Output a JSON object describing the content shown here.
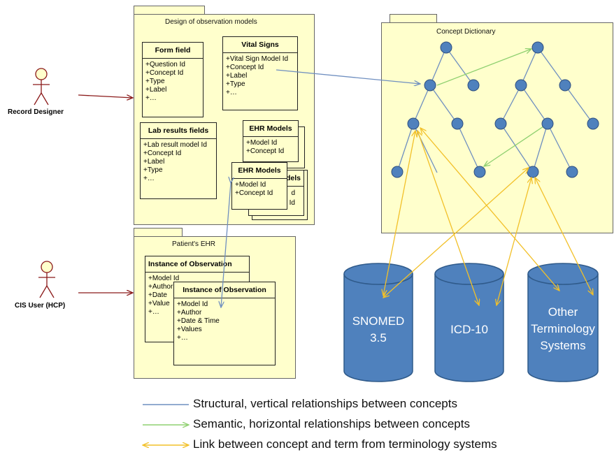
{
  "packages": {
    "design": {
      "title": "Design of observation models"
    },
    "dictionary": {
      "title": "Concept Dictionary"
    },
    "ehr": {
      "title": "Patient's EHR"
    }
  },
  "actors": {
    "designer": {
      "label": "Record Designer"
    },
    "cis_user": {
      "label": "CIS User (HCP)"
    }
  },
  "classes": {
    "form_field": {
      "title": "Form field",
      "attrs": [
        "+Question Id",
        "+Concept Id",
        "+Type",
        "+Label",
        "+…"
      ]
    },
    "vital_signs": {
      "title": "Vital Signs",
      "attrs": [
        "+Vital Sign Model Id",
        "+Concept Id",
        "+Label",
        "+Type",
        "+…"
      ]
    },
    "lab_results": {
      "title": "Lab results fields",
      "attrs": [
        "+Lab result model Id",
        "+Concept Id",
        "+Label",
        "+Type",
        "+…"
      ]
    },
    "ehr_models_1": {
      "title": "EHR Models",
      "attrs": [
        "+Model Id",
        "+Concept Id"
      ]
    },
    "ehr_models_2": {
      "title": "EHR Models",
      "attrs": [
        "+Model Id",
        "+Concept Id"
      ]
    },
    "ehr_models_back_fragment": {
      "title": "dels",
      "attrs": [
        "d",
        "Id"
      ]
    },
    "instance_1": {
      "title": "Instance of Observation",
      "attrs": [
        "+Model Id",
        "+Author",
        "+Date",
        "+Value",
        "+…"
      ]
    },
    "instance_2": {
      "title": "Instance of Observation",
      "attrs": [
        "+Model Id",
        "+Author",
        "+Date & Time",
        "+Values",
        "+…"
      ]
    }
  },
  "databases": {
    "snomed": {
      "line1": "SNOMED",
      "line2": "3.5"
    },
    "icd": {
      "line1": "ICD-10",
      "line2": ""
    },
    "other": {
      "line1": "Other",
      "line2": "Terminology",
      "line3": "Systems"
    }
  },
  "legend": {
    "structural": "Structural, vertical relationships between concepts",
    "semantic": "Semantic, horizontal relationships between concepts",
    "link": "Link between concept and term from terminology systems"
  },
  "colors": {
    "package_fill": "#ffffcc",
    "node_fill": "#4f81bd",
    "structural_line": "#6f8fc0",
    "semantic_line": "#8fd070",
    "link_line": "#f2c028",
    "association": "#8b1a1a",
    "database_fill": "#4f81bd"
  }
}
